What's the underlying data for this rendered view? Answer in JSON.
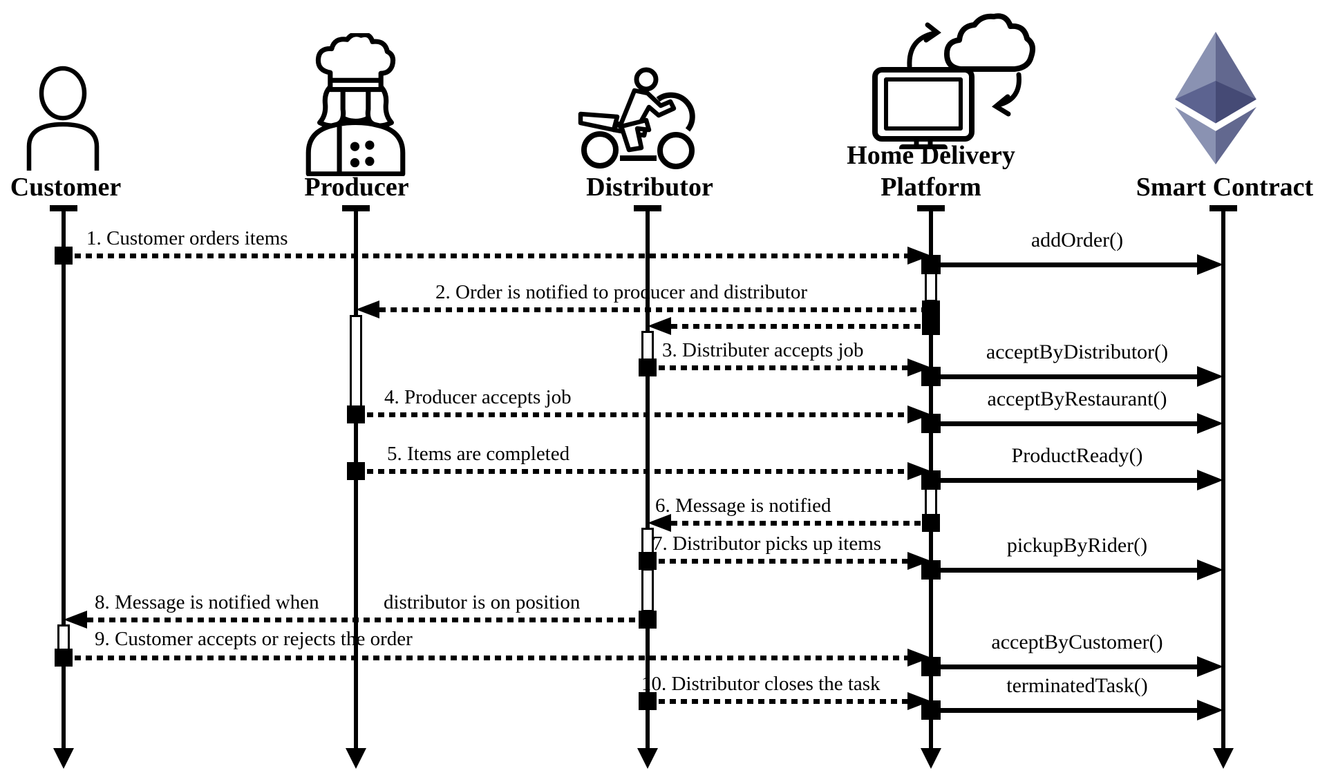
{
  "diagram": {
    "type": "uml-sequence-diagram",
    "topic": "Home delivery order flow with blockchain smart contract"
  },
  "actors": [
    {
      "id": "customer",
      "label": "Customer",
      "icon": "person-icon"
    },
    {
      "id": "producer",
      "label": "Producer",
      "icon": "chef-icon"
    },
    {
      "id": "distributor",
      "label": "Distributor",
      "icon": "motorcycle-rider-icon"
    },
    {
      "id": "platform",
      "label": "Home Delivery Platform",
      "label_lines": [
        "Home Delivery",
        "Platform"
      ],
      "icon": "cloud-sync-computer-icon"
    },
    {
      "id": "smart_contract",
      "label": "Smart Contract",
      "icon": "ethereum-icon"
    }
  ],
  "messages": [
    {
      "seq": "1",
      "label": "1. Customer orders items",
      "from": "customer",
      "to": "platform"
    },
    {
      "seq": "2",
      "label": "2. Order is notified to producer and distributor",
      "from": "platform",
      "to": "producer"
    },
    {
      "seq": "2",
      "label": "",
      "from": "platform",
      "to": "distributor"
    },
    {
      "seq": "3",
      "label": "3. Distributer accepts job",
      "from": "distributor",
      "to": "platform"
    },
    {
      "seq": "4",
      "label": "4. Producer accepts job",
      "from": "producer",
      "to": "platform"
    },
    {
      "seq": "5",
      "label": "5. Items are completed",
      "from": "producer",
      "to": "platform"
    },
    {
      "seq": "6",
      "label": "6. Message is notified",
      "from": "platform",
      "to": "distributor"
    },
    {
      "seq": "7",
      "label": "7. Distributor picks up items",
      "from": "distributor",
      "to": "platform"
    },
    {
      "seq": "8",
      "label": "8. Message is notified when",
      "label2": "distributor is on position",
      "from": "distributor",
      "to": "customer"
    },
    {
      "seq": "9",
      "label": "9. Customer accepts or rejects the order",
      "from": "customer",
      "to": "platform"
    },
    {
      "seq": "10",
      "label": "10. Distributor closes the task",
      "from": "distributor",
      "to": "platform"
    }
  ],
  "contract_calls": [
    {
      "label": "addOrder()"
    },
    {
      "label": "acceptByDistributor()"
    },
    {
      "label": "acceptByRestaurant()"
    },
    {
      "label": "ProductReady()"
    },
    {
      "label": "pickupByRider()"
    },
    {
      "label": "acceptByCustomer()"
    },
    {
      "label": "terminatedTask()"
    }
  ],
  "colors": {
    "line": "#000000",
    "background": "#ffffff",
    "ethereum_light": "#8a92b2",
    "ethereum_mid": "#62688f",
    "ethereum_dark": "#454a75"
  }
}
